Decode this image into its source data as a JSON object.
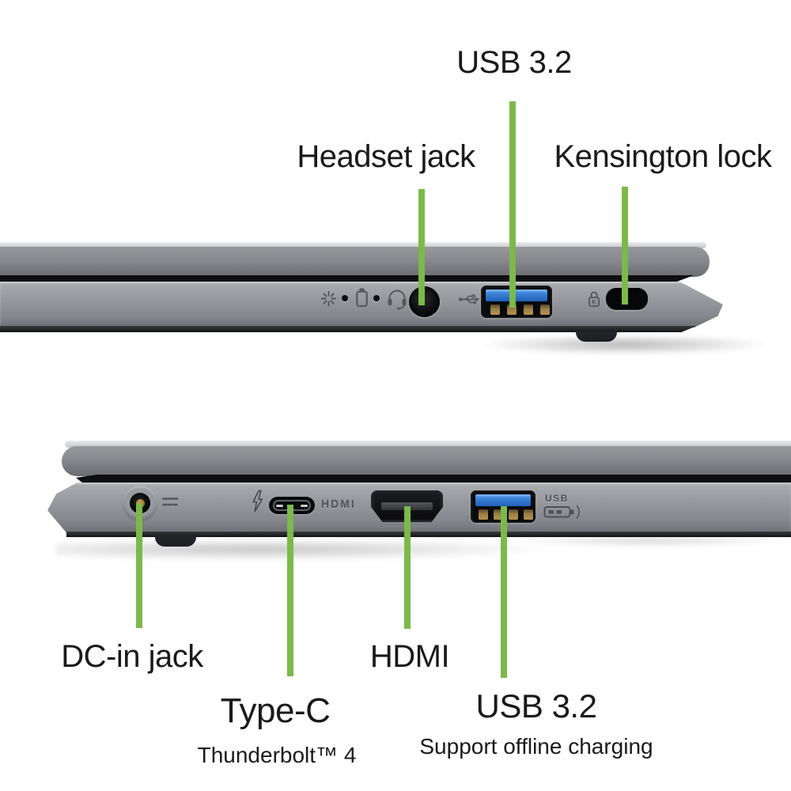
{
  "page": {
    "background": "#ffffff",
    "description": "Laptop side views with port callout labels"
  },
  "colors": {
    "callout_line_green": "#7cb94a",
    "label_text": "#1a1a1a",
    "usb_port_blue": "#2e74cf",
    "dc_pin_gold": "#b08438",
    "laptop_body_gray": "#8f9195"
  },
  "right_view": {
    "labels": {
      "usb": "USB 3.2",
      "headset": "Headset jack",
      "kensington": "Kensington lock"
    },
    "embossed": {
      "kensington_k": "K"
    },
    "icons": [
      "power-indicator-icon",
      "battery-indicator-icon",
      "headset-icon",
      "usb-icon",
      "kensington-lock-icon"
    ]
  },
  "left_view": {
    "labels": {
      "dc": "DC-in jack",
      "typec": "Type-C",
      "typec_sub": "Thunderbolt™ 4",
      "hdmi": "HDMI",
      "usb": "USB 3.2",
      "usb_sub": "Support offline charging"
    },
    "embossed": {
      "hdmi": "HDMI",
      "usb_charge": "USB"
    },
    "icons": [
      "dc-in-icon",
      "thunderbolt-icon",
      "usb-charging-icon"
    ]
  }
}
